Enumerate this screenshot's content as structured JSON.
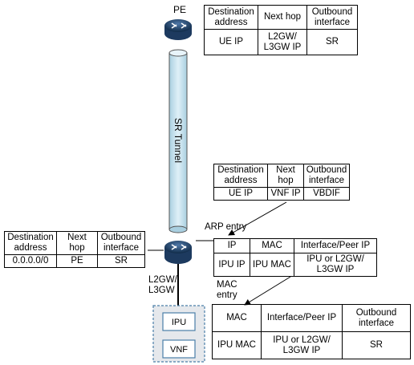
{
  "nodes": {
    "pe_label": "PE",
    "gw_label_line1": "L2GW/",
    "gw_label_line2": "L3GW",
    "ipu": "IPU",
    "vnf": "VNF"
  },
  "tunnel": {
    "label": "SR Tunnel"
  },
  "annotations": {
    "arp_entry": "ARP entry",
    "mac_entry_line1": "MAC",
    "mac_entry_line2": "entry"
  },
  "pe_table": {
    "headers": [
      "Destination address",
      "Next hop",
      "Outbound interface"
    ],
    "row": [
      "UE IP",
      "L2GW/ L3GW IP",
      "SR"
    ]
  },
  "vnf_table": {
    "headers": [
      "Destination address",
      "Next hop",
      "Outbound interface"
    ],
    "row": [
      "UE IP",
      "VNF IP",
      "VBDIF"
    ]
  },
  "gw_route_table": {
    "headers": [
      "Destination address",
      "Next hop",
      "Outbound interface"
    ],
    "row": [
      "0.0.0.0/0",
      "PE",
      "SR"
    ]
  },
  "arp_table": {
    "headers": [
      "IP",
      "MAC",
      "Interface/Peer IP"
    ],
    "row": [
      "IPU IP",
      "IPU MAC",
      "IPU or L2GW/ L3GW IP"
    ]
  },
  "mac_table": {
    "headers": [
      "MAC",
      "Interface/Peer IP",
      "Outbound interface"
    ],
    "row": [
      "IPU MAC",
      "IPU or L2GW/ L3GW IP",
      "SR"
    ]
  },
  "colors": {
    "router": "#1f3f66",
    "tunnel": "#c9e3ee",
    "box_border": "#4a7fa8",
    "box_fill": "#dfe3e8"
  }
}
